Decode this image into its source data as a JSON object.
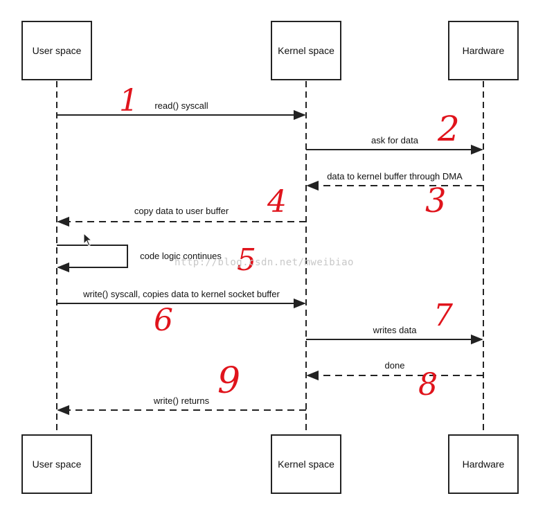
{
  "participants": [
    {
      "id": "user",
      "label": "User space"
    },
    {
      "id": "kernel",
      "label": "Kernel space"
    },
    {
      "id": "hardware",
      "label": "Hardware"
    }
  ],
  "messages": [
    {
      "label": "read() syscall",
      "from": "user",
      "to": "kernel",
      "style": "solid"
    },
    {
      "label": "ask for data",
      "from": "kernel",
      "to": "hardware",
      "style": "solid"
    },
    {
      "label": "data to kernel buffer through DMA",
      "from": "hardware",
      "to": "kernel",
      "style": "dashed"
    },
    {
      "label": "copy data to user buffer",
      "from": "kernel",
      "to": "user",
      "style": "dashed"
    },
    {
      "label": "code logic continues",
      "from": "user",
      "to": "user",
      "style": "self"
    },
    {
      "label": "write() syscall, copies data to kernel socket buffer",
      "from": "user",
      "to": "kernel",
      "style": "solid"
    },
    {
      "label": "writes data",
      "from": "kernel",
      "to": "hardware",
      "style": "solid"
    },
    {
      "label": "done",
      "from": "hardware",
      "to": "kernel",
      "style": "dashed"
    },
    {
      "label": "write() returns",
      "from": "kernel",
      "to": "user",
      "style": "dashed"
    }
  ],
  "annotations": [
    "1",
    "2",
    "3",
    "4",
    "5",
    "6",
    "7",
    "8",
    "9"
  ],
  "watermark": "http://blog.csdn.net/mweibiao",
  "colors": {
    "line": "#222222",
    "annotation": "#e0141c",
    "watermark": "#c8c8c8"
  }
}
